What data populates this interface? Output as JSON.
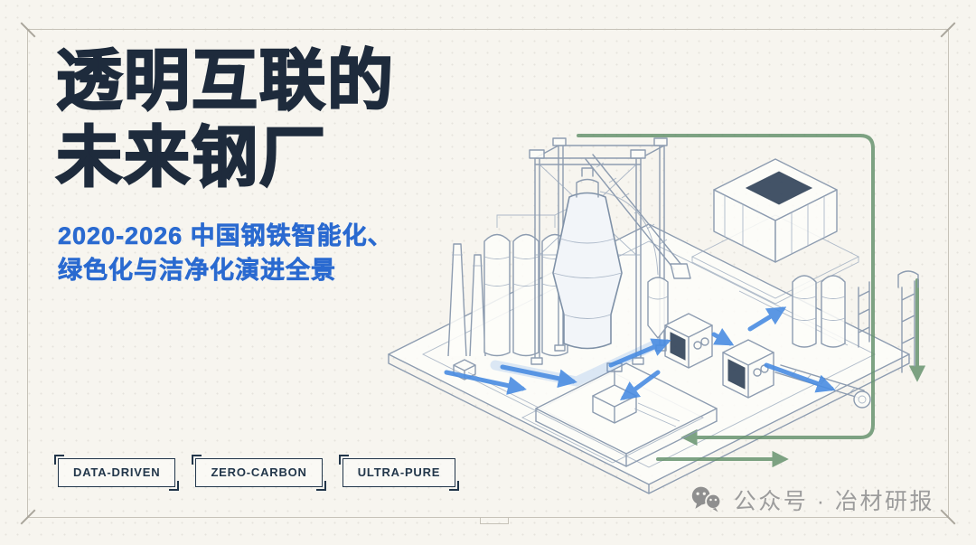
{
  "slide": {
    "title": {
      "line1": "透明互联的",
      "line2": "未来钢厂"
    },
    "subtitle": {
      "line1": "2020-2026 中国钢铁智能化、",
      "line2": "绿色化与洁净化演进全景"
    },
    "tags": [
      {
        "label": "DATA-DRIVEN"
      },
      {
        "label": "ZERO-CARBON"
      },
      {
        "label": "ULTRA-PURE"
      }
    ],
    "footer": {
      "brand": "公众号 · 冶材研报"
    },
    "illustration": {
      "name": "isometric-steel-plant-line-art",
      "flow_colors": {
        "material_flow": "#4a8de2",
        "recycle_flow": "#68946f"
      }
    },
    "colors": {
      "background": "#f7f5ef",
      "title_text": "#1e2b3c",
      "subtitle_text": "#2a6ad0",
      "line_art": "#8d9cb0",
      "footer_text": "#9c9c9c"
    }
  }
}
